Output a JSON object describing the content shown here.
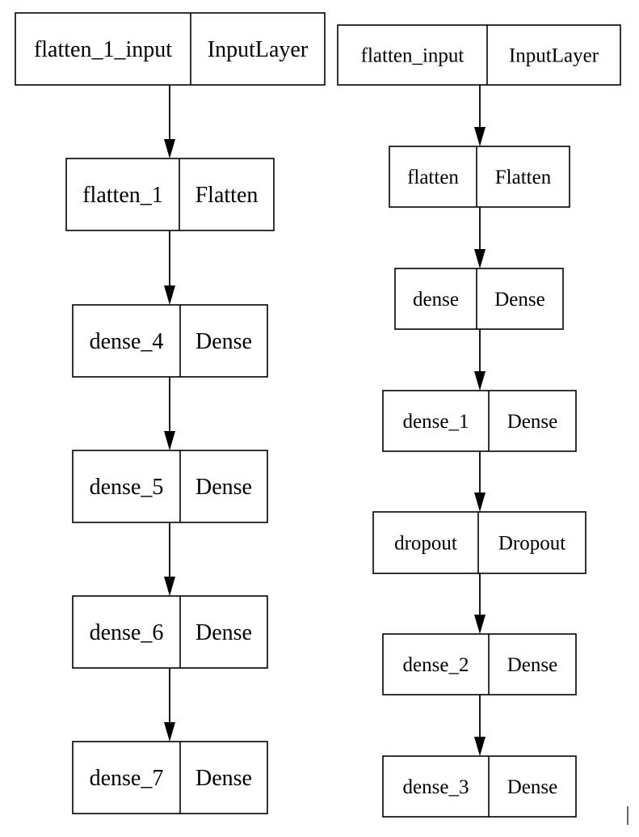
{
  "diagrams": [
    {
      "layers": [
        {
          "name": "flatten_1_input",
          "type": "InputLayer"
        },
        {
          "name": "flatten_1",
          "type": "Flatten"
        },
        {
          "name": "dense_4",
          "type": "Dense"
        },
        {
          "name": "dense_5",
          "type": "Dense"
        },
        {
          "name": "dense_6",
          "type": "Dense"
        },
        {
          "name": "dense_7",
          "type": "Dense"
        }
      ]
    },
    {
      "layers": [
        {
          "name": "flatten_input",
          "type": "InputLayer"
        },
        {
          "name": "flatten",
          "type": "Flatten"
        },
        {
          "name": "dense",
          "type": "Dense"
        },
        {
          "name": "dense_1",
          "type": "Dense"
        },
        {
          "name": "dropout",
          "type": "Dropout"
        },
        {
          "name": "dense_2",
          "type": "Dense"
        },
        {
          "name": "dense_3",
          "type": "Dense"
        }
      ]
    }
  ],
  "colors": {
    "stroke": "#000000",
    "fill": "#ffffff",
    "text": "#000000"
  }
}
